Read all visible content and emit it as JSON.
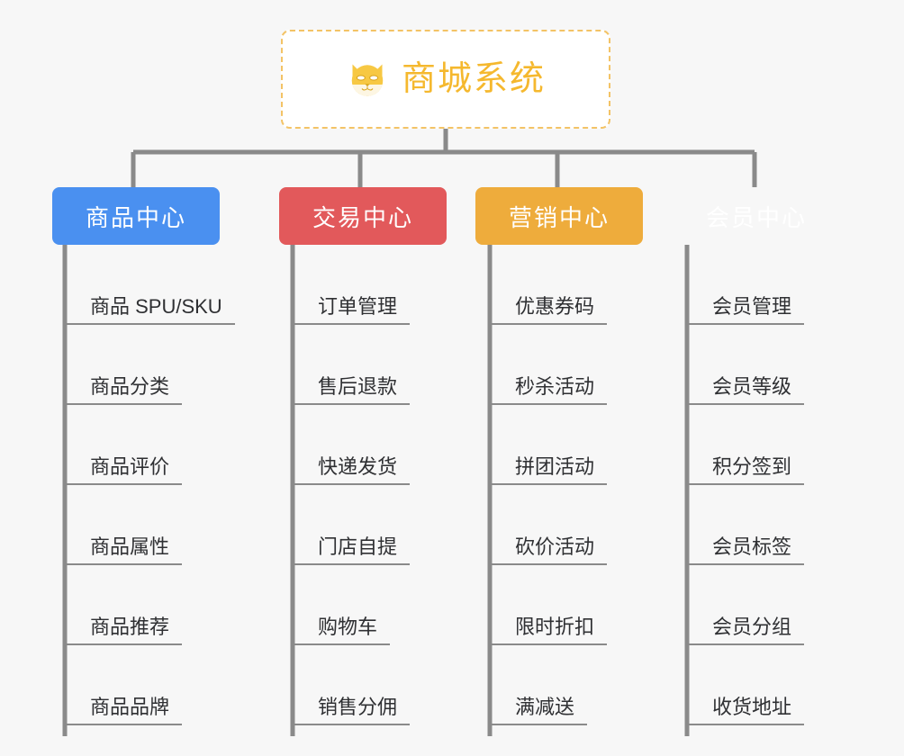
{
  "page": {
    "background_color": "#f7f7f7",
    "type": "mindmap"
  },
  "root": {
    "title": "商城系统",
    "icon": "shiba-dog-face-icon",
    "text_color": "#f5b82e",
    "border_color": "#f3c366",
    "background_color": "#ffffff"
  },
  "connector": {
    "color": "#8a8a8a"
  },
  "branches": [
    {
      "label": "商品中心",
      "color": "#4a90f0",
      "items": [
        "商品 SPU/SKU",
        "商品分类",
        "商品评价",
        "商品属性",
        "商品推荐",
        "商品品牌"
      ]
    },
    {
      "label": "交易中心",
      "color": "#e2595b",
      "items": [
        "订单管理",
        "售后退款",
        "快递发货",
        "门店自提",
        "购物车",
        "销售分佣"
      ]
    },
    {
      "label": "营销中心",
      "color": "#eeac3c",
      "items": [
        "优惠券码",
        "秒杀活动",
        "拼团活动",
        "砍价活动",
        "限时折扣",
        "满减送"
      ]
    },
    {
      "label": "会员中心",
      "color": "#79c council",
      "items": [
        "会员管理",
        "会员等级",
        "积分签到",
        "会员标签",
        "会员分组",
        "收货地址"
      ]
    }
  ]
}
